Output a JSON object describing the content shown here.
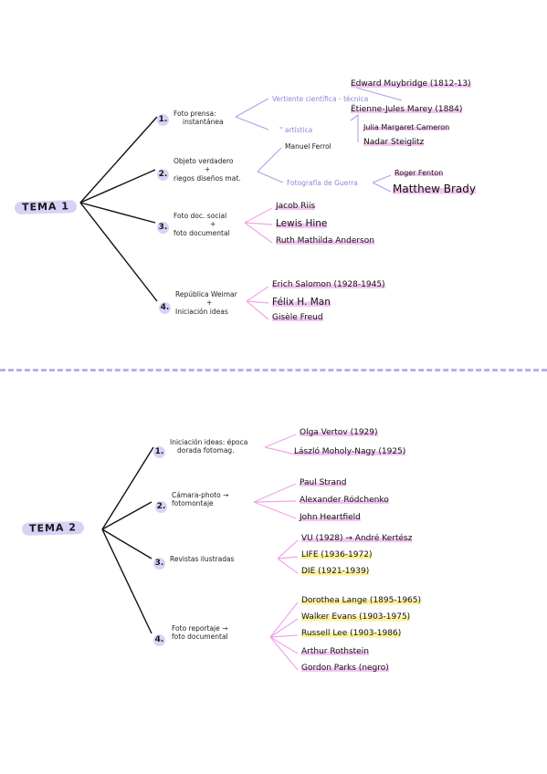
{
  "tema1": {
    "label": "TEMA 1",
    "branches": [
      {
        "num": "1.",
        "topic": [
          "Foto prensa:",
          "instantánea"
        ],
        "sub1": "Vertiente científica - técnica",
        "sub2": "\" artística",
        "leaves": [
          "Edward Muybridge (1812-13)",
          "Étienne-Jules Marey (1884)",
          "Julia Margaret Cameron",
          "Nadar Steiglitz"
        ]
      },
      {
        "num": "2.",
        "topic": [
          "Objeto verdadero",
          "+",
          "riegos diseños mat."
        ],
        "sub1": "Manuel Ferrol",
        "sub2": "Fotografía de Guerra",
        "leaves": [
          "Roger Fenton",
          "Matthew Brady"
        ]
      },
      {
        "num": "3.",
        "topic": [
          "Foto doc. social",
          "+",
          "foto documental"
        ],
        "leaves": [
          "Jacob Riis",
          "Lewis Hine",
          "Ruth Mathilda Anderson"
        ]
      },
      {
        "num": "4.",
        "topic": [
          "República Weimar",
          "+",
          "Iniciación ideas"
        ],
        "leaves": [
          "Erich Salomon (1928-1945)",
          "Félix H. Man",
          "Gisèle Freud"
        ]
      }
    ]
  },
  "tema2": {
    "label": "TEMA 2",
    "branches": [
      {
        "num": "1.",
        "topic": [
          "Iniciación ideas: época",
          "dorada fotomag."
        ],
        "leaves": [
          "Olga Vertov (1929)",
          "László Moholy-Nagy (1925)"
        ]
      },
      {
        "num": "2.",
        "topic": [
          "Cámara-photo →",
          "fotomontaje"
        ],
        "leaves": [
          "Paul Strand",
          "Alexander Ródchenko",
          "John Heartfield"
        ]
      },
      {
        "num": "3.",
        "topic": [
          "Revistas ilustradas"
        ],
        "leaves": [
          "VU (1928) → André Kertész",
          "LIFE (1936-1972)",
          "DIE (1921-1939)"
        ]
      },
      {
        "num": "4.",
        "topic": [
          "Foto reportaje →",
          "foto documental"
        ],
        "leaves": [
          "Dorothea Lange (1895-1965)",
          "Walker Evans (1903-1975)",
          "Russell Lee (1903-1986)",
          "Arthur Rothstein",
          "Gordon Parks (negro)"
        ]
      }
    ]
  }
}
